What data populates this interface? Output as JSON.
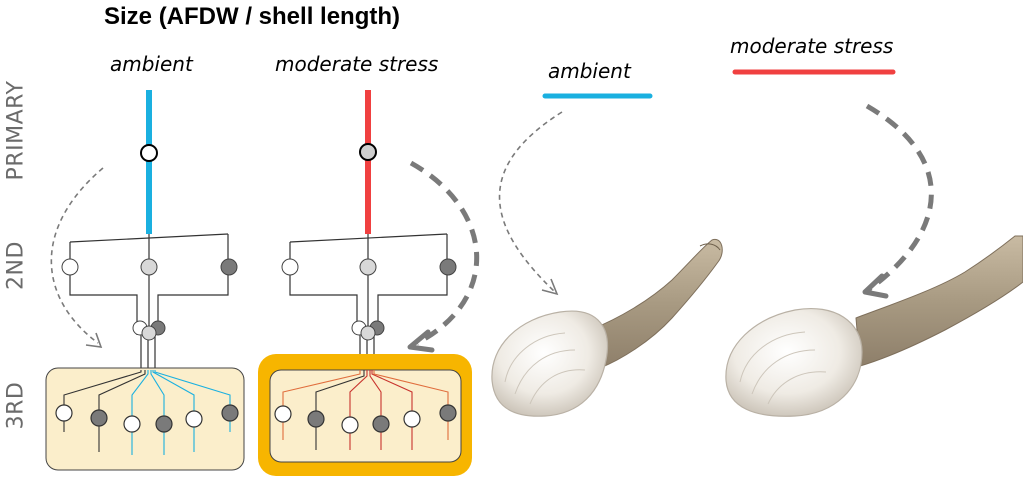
{
  "title": "Size (AFDW / shell length)",
  "treatments": {
    "ambient": "ambient",
    "moderate": "moderate stress"
  },
  "generations": [
    "PRIMARY",
    "2ND",
    "3RD"
  ],
  "colors": {
    "ambient": "#1ab0e0",
    "moderate_stress": "#f04040",
    "ambient_box_fill": "#fbeecb",
    "stress_box_border": "#f7b500",
    "arrow_gray": "#7a7a7a",
    "node_light": "#d8d8d8",
    "node_dark": "#7a7a7a"
  },
  "images": [
    {
      "name": "clam-photo-ambient",
      "depicts": "geoduck clam"
    },
    {
      "name": "clam-photo-stress",
      "depicts": "geoduck clam"
    }
  ]
}
